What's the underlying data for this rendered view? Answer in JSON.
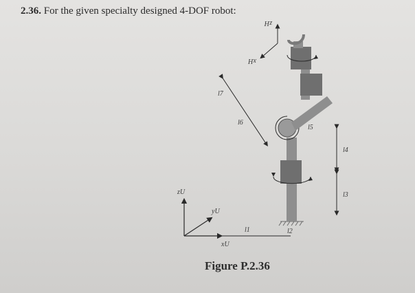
{
  "problem": {
    "number": "2.36.",
    "text": "For the given specialty designed 4-DOF robot:"
  },
  "figure": {
    "caption_word": "Figure",
    "caption_id": "P.2.36",
    "labels": {
      "zh": "zH",
      "xh": "xH",
      "zu": "zU",
      "yu": "yU",
      "xu": "xU",
      "l1": "l1",
      "l2": "l2",
      "l3": "l3",
      "l4": "l4",
      "l5": "l5",
      "l6": "l6",
      "l7": "l7"
    },
    "colors": {
      "link": "#8e8e8e",
      "joint_box": "#6f6f6f",
      "line": "#2a2a2a"
    }
  }
}
